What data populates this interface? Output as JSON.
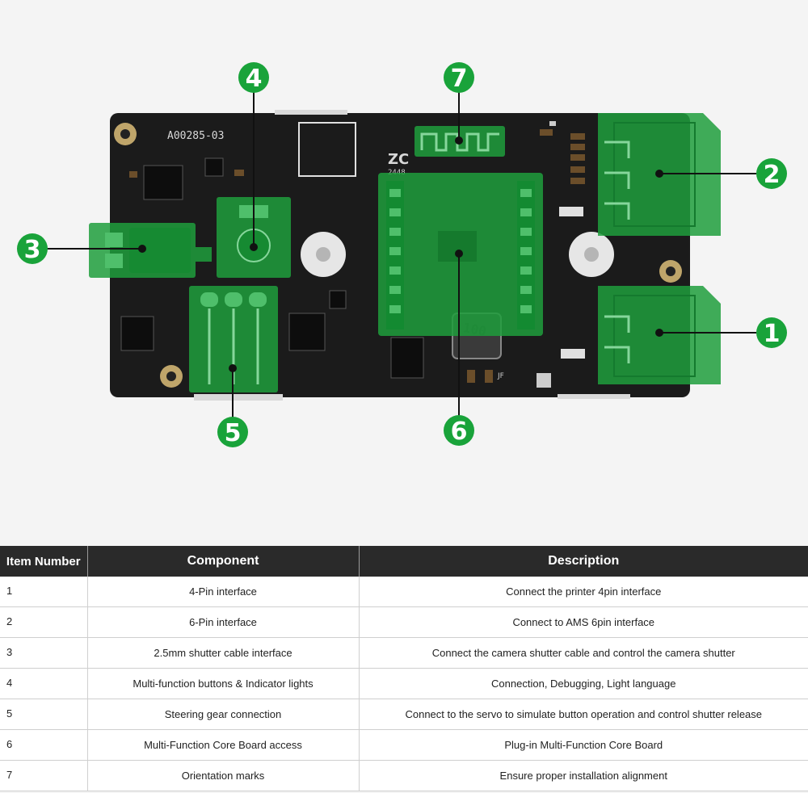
{
  "board": {
    "silkscreen_label": "A00285-03",
    "logo_text": "ZC",
    "logo_sub": "2448",
    "inductor_label": "100",
    "jf_label": "JF"
  },
  "callouts": [
    {
      "number": "1"
    },
    {
      "number": "2"
    },
    {
      "number": "3"
    },
    {
      "number": "4"
    },
    {
      "number": "5"
    },
    {
      "number": "6"
    },
    {
      "number": "7"
    }
  ],
  "colors": {
    "highlight": "#1e9e3c",
    "callout": "#19a33a",
    "board": "#1b1b1b",
    "header_bg": "#2a2a2a"
  },
  "table": {
    "headers": [
      "Item Number",
      "Component",
      "Description"
    ],
    "rows": [
      {
        "item": "1",
        "component": "4-Pin interface",
        "description": "Connect the printer 4pin interface"
      },
      {
        "item": "2",
        "component": "6-Pin interface",
        "description": "Connect to AMS 6pin interface"
      },
      {
        "item": "3",
        "component": "2.5mm shutter cable interface",
        "description": "Connect the camera shutter cable and control the camera shutter"
      },
      {
        "item": "4",
        "component": "Multi-function buttons & Indicator lights",
        "description": "Connection, Debugging, Light language"
      },
      {
        "item": "5",
        "component": "Steering gear connection",
        "description": "Connect to the servo to simulate button operation and control shutter release"
      },
      {
        "item": "6",
        "component": "Multi-Function Core Board access",
        "description": "Plug-in Multi-Function Core Board"
      },
      {
        "item": "7",
        "component": "Orientation marks",
        "description": "Ensure proper installation alignment"
      }
    ]
  }
}
